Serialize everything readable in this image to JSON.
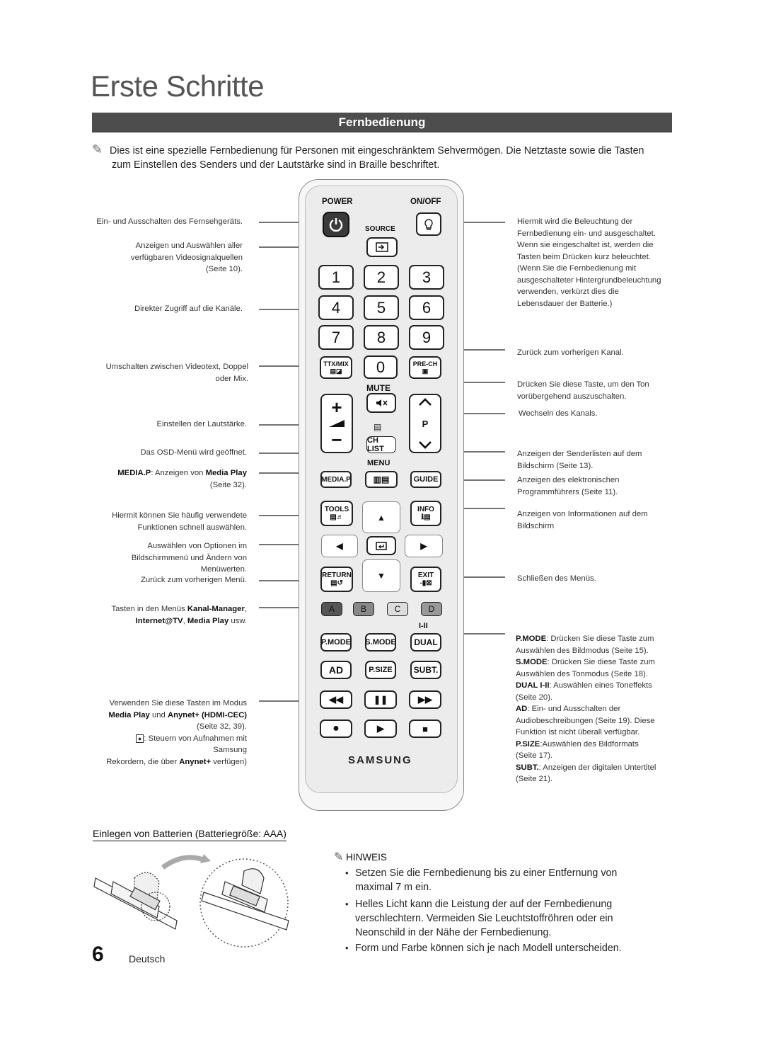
{
  "page": {
    "title": "Erste Schritte",
    "section": "Fernbedienung",
    "intro_line1": "Dies ist eine spezielle Fernbedienung für Personen mit eingeschränktem Sehvermögen. Die Netztaste sowie die Tasten",
    "intro_line2": "zum Einstellen des Senders und der Lautstärke sind in Braille beschriftet.",
    "page_number": "6",
    "language": "Deutsch"
  },
  "left_labels": {
    "power": "Ein- und Ausschalten des Fernsehgeräts.",
    "source_1": "Anzeigen und Auswählen aller",
    "source_2": "verfügbaren Videosignalquellen",
    "source_3": "(Seite 10).",
    "numbers": "Direkter Zugriff auf die Kanäle.",
    "ttx_1": "Umschalten zwischen Videotext, Doppel",
    "ttx_2": "oder Mix.",
    "volume": "Einstellen der Lautstärke.",
    "menu": "Das OSD-Menü wird geöffnet.",
    "mediap_a": "MEDIA.P",
    "mediap_b": ": Anzeigen von ",
    "mediap_c": "Media Play",
    "mediap_2": "(Seite 32).",
    "tools_1": "Hiermit können Sie häufig verwendete",
    "tools_2": "Funktionen schnell auswählen.",
    "nav_1": "Auswählen von Optionen im",
    "nav_2": "Bildschirmmenü und Ändern von",
    "nav_3": "Menüwerten.",
    "return": "Zurück zum vorherigen Menü.",
    "abcd_1a": "Tasten in den Menüs ",
    "abcd_1b": "Kanal-Manager",
    "abcd_1c": ",",
    "abcd_2a": "Internet@TV",
    "abcd_2b": ", ",
    "abcd_2c": "Media Play",
    "abcd_2d": " usw.",
    "media_1": "Verwenden Sie diese Tasten im Modus",
    "media_2a": "Media Play",
    "media_2b": " und ",
    "media_2c": "Anynet+ (HDMI-CEC)",
    "media_3": "(Seite 32, 39).",
    "media_4": ": Steuern von Aufnahmen mit",
    "media_5": "Samsung",
    "media_6a": "Rekordern, die über ",
    "media_6b": "Anynet+",
    "media_6c": " verfügen)"
  },
  "right_labels": {
    "light_1": "Hiermit wird die Beleuchtung der",
    "light_2": "Fernbedienung ein- und ausgeschaltet.",
    "light_3": "Wenn sie eingeschaltet ist, werden die",
    "light_4": "Tasten beim Drücken kurz beleuchtet.",
    "light_5": "(Wenn Sie die Fernbedienung mit",
    "light_6": "ausgeschalteter Hintergrundbeleuchtung",
    "light_7": "verwenden, verkürzt dies die",
    "light_8": "Lebensdauer der Batterie.)",
    "prech": "Zurück zum vorherigen Kanal.",
    "mute_1": "Drücken Sie diese Taste, um den Ton",
    "mute_2": "vorübergehend auszuschalten.",
    "channel": "Wechseln des Kanals.",
    "chlist_1": "Anzeigen der Senderlisten auf dem",
    "chlist_2": "Bildschirm (Seite 13).",
    "guide_1": "Anzeigen des elektronischen",
    "guide_2": "Programmführers (Seite 11).",
    "info_1": "Anzeigen von Informationen auf dem",
    "info_2": "Bildschirm",
    "exit": "Schließen des Menüs.",
    "pmode_a": "P.MODE",
    "pmode_b": ": Drücken Sie diese Taste zum",
    "pmode_2": "Auswählen des Bildmodus (Seite 15).",
    "smode_a": "S.MODE",
    "smode_b": ": Drücken Sie diese Taste zum",
    "smode_2": "Auswählen des Tonmodus (Seite 18).",
    "dual_a": "DUAL ",
    "dual_b": "I-II",
    "dual_c": ": Auswählen eines Toneffekts",
    "dual_2": "(Seite 20).",
    "ad_a": "AD",
    "ad_b": ": Ein- und Ausschalten der",
    "ad_2": "Audiobeschreibungen (Seite 19). Diese",
    "ad_3": "Funktion ist nicht überall verfügbar.",
    "psize_a": "P.SIZE",
    "psize_b": ":Auswählen des Bildformats",
    "psize_2": "(Seite 17).",
    "subt_a": "SUBT.",
    "subt_b": ": Anzeigen der digitalen Untertitel",
    "subt_2": "(Seite 21)."
  },
  "remote": {
    "power_label": "POWER",
    "onoff_label": "ON/OFF",
    "source_label": "SOURCE",
    "keys": [
      "1",
      "2",
      "3",
      "4",
      "5",
      "6",
      "7",
      "8",
      "9",
      "0"
    ],
    "ttx_label": "TTX/MIX",
    "prech_label": "PRE-CH",
    "mute_label": "MUTE",
    "p_label": "P",
    "chlist_label": "CH LIST",
    "menu_label": "MENU",
    "mediap_label": "MEDIA.P",
    "guide_label": "GUIDE",
    "tools_label": "TOOLS",
    "info_label": "INFO",
    "return_label": "RETURN",
    "exit_label": "EXIT",
    "color_keys": [
      "A",
      "B",
      "C",
      "D"
    ],
    "dual_top": "I-II",
    "pmode_label": "P.MODE",
    "smode_label": "S.MODE",
    "dual_label": "DUAL",
    "ad_label": "AD",
    "psize_label": "P.SIZE",
    "subt_label": "SUBT.",
    "brand": "SAMSUNG"
  },
  "battery": {
    "heading": "Einlegen von Batterien (Batteriegröße: AAA)"
  },
  "notes": {
    "heading": "HINWEIS",
    "items": [
      "Setzen Sie die Fernbedienung bis zu einer Entfernung von maximal 7 m ein.",
      "Helles Licht kann die Leistung der auf der Fernbedienung verschlechtern. Vermeiden Sie Leuchtstoffröhren oder ein Neonschild in der Nähe der Fernbedienung.",
      "Form und Farbe können sich je nach Modell unterscheiden."
    ]
  }
}
